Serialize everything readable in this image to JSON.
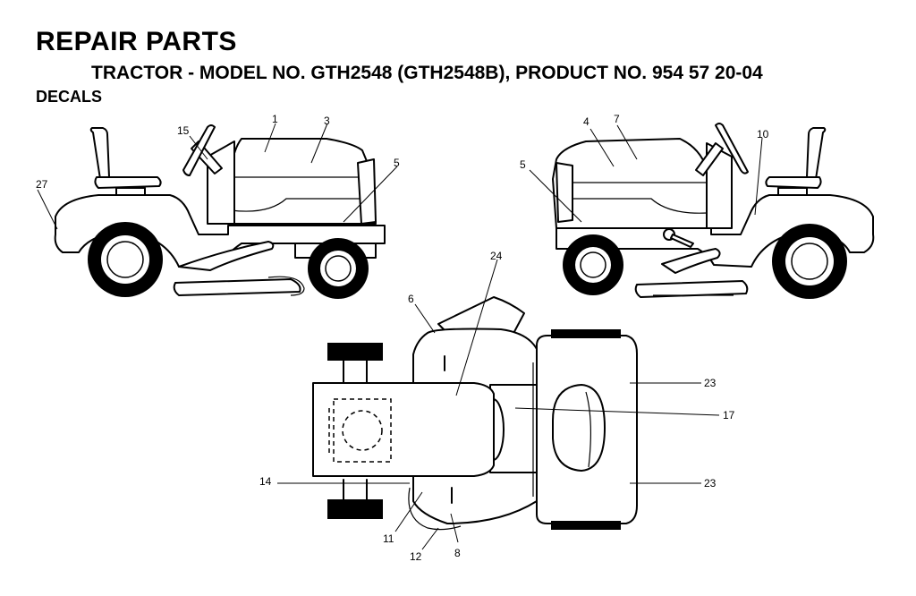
{
  "header": {
    "title": "REPAIR PARTS",
    "subtitle": "TRACTOR - MODEL NO. GTH2548 (GTH2548B), PRODUCT NO. 954 57 20-04",
    "section": "DECALS"
  },
  "callouts": {
    "c1": "1",
    "c3": "3",
    "c4": "4",
    "c5a": "5",
    "c5b": "5",
    "c6": "6",
    "c7": "7",
    "c8": "8",
    "c10": "10",
    "c11": "11",
    "c12": "12",
    "c14": "14",
    "c15": "15",
    "c17": "17",
    "c23a": "23",
    "c23b": "23",
    "c24": "24",
    "c27": "27"
  }
}
